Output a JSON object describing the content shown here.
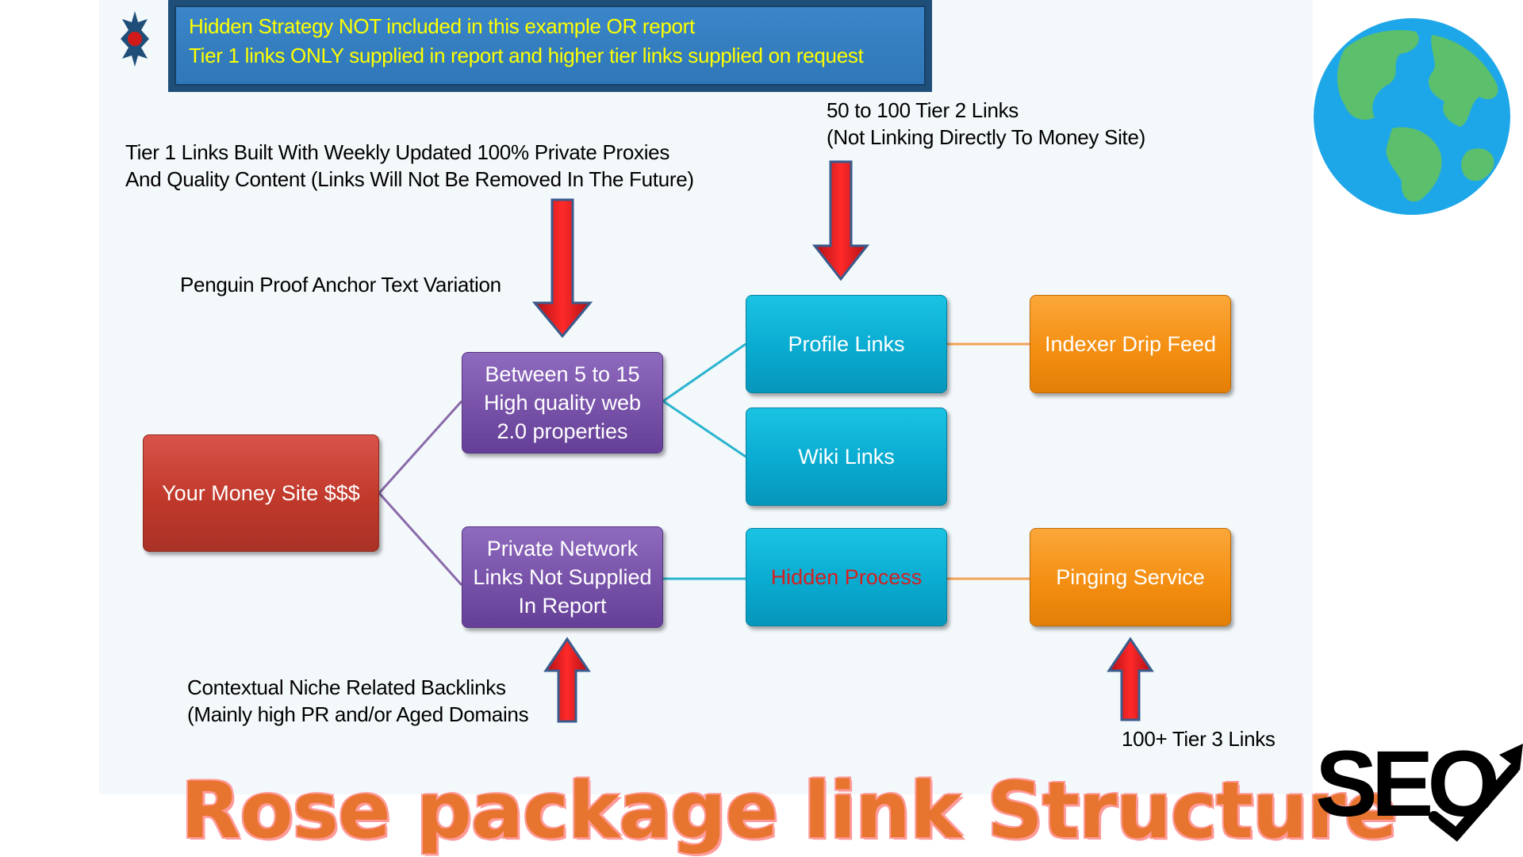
{
  "banner": {
    "line1": "Hidden Strategy NOT included in this example OR report",
    "line2": "Tier 1 links ONLY supplied in report and higher tier links supplied on request"
  },
  "annotations": {
    "tier2_line1": "50 to 100 Tier 2 Links",
    "tier2_line2": "(Not Linking Directly To Money Site)",
    "tier1_line1": "Tier 1 Links Built With Weekly Updated 100% Private Proxies",
    "tier1_line2": "And Quality Content (Links Will Not Be Removed In The Future)",
    "penguin": "Penguin Proof Anchor Text Variation",
    "contextual_line1": "Contextual Niche Related Backlinks",
    "contextual_line2": "(Mainly high PR and/or Aged Domains",
    "tier3": "100+ Tier 3 Links"
  },
  "nodes": {
    "money_site": "Your Money Site $$$",
    "web20": [
      "Between 5 to 15",
      "High quality web",
      "2.0 properties"
    ],
    "private_network": [
      "Private Network",
      "Links Not Supplied",
      "In Report"
    ],
    "profile_links": "Profile Links",
    "wiki_links": "Wiki Links",
    "hidden_process": "Hidden Process",
    "indexer": "Indexer Drip Feed",
    "pinging": "Pinging Service"
  },
  "title": "Rose package link Structure",
  "logo": "SEO",
  "colors": {
    "money_site": "#c0392b",
    "tier1": "#7752a8",
    "tier2": "#09abd0",
    "tier3": "#f48f12",
    "arrow": "#e8141b",
    "title": "#e8752f",
    "banner": "#2f77b8",
    "banner_text": "#ffff00"
  },
  "icons": [
    "star-burst-icon",
    "globe-icon",
    "seo-logo-icon"
  ]
}
